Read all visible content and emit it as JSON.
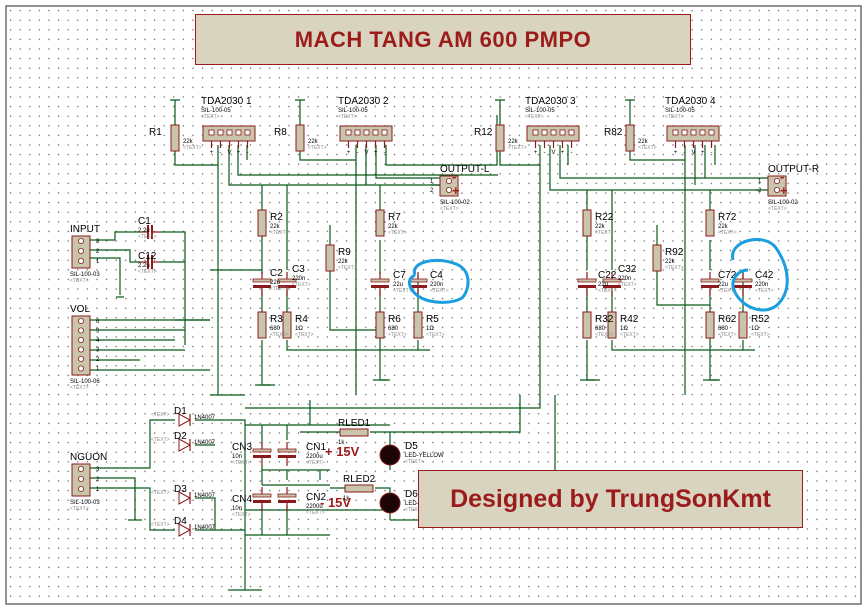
{
  "title": "MACH TANG AM 600 PMPO",
  "credit": "Designed by TrungSonKmt",
  "colors": {
    "wire": "#0b5a1a",
    "component": "#8c1a1a",
    "fill": "#c9c5ad",
    "title_bg": "#d8d4bf",
    "title_text": "#9c1c1c",
    "highlight": "#1a9ee0"
  },
  "placeholder": "<TEXT>",
  "ics": [
    {
      "ref": "TDA2030 1",
      "pkg": "SIL-100-05"
    },
    {
      "ref": "TDA2030 2",
      "pkg": "SIL-100-05"
    },
    {
      "ref": "TDA2030 3",
      "pkg": "SIL-100-05"
    },
    {
      "ref": "TDA2030 4",
      "pkg": "SIL-100-05"
    }
  ],
  "resistors": [
    {
      "ref": "R1",
      "value": "22k"
    },
    {
      "ref": "R8",
      "value": "22k"
    },
    {
      "ref": "R12",
      "value": "22k"
    },
    {
      "ref": "R82",
      "value": "22k"
    },
    {
      "ref": "R2",
      "value": "22k"
    },
    {
      "ref": "R7",
      "value": "22k"
    },
    {
      "ref": "R9",
      "value": "22k"
    },
    {
      "ref": "R3",
      "value": "680"
    },
    {
      "ref": "R4",
      "value": "1Ω"
    },
    {
      "ref": "R6",
      "value": "680"
    },
    {
      "ref": "R5",
      "value": "1Ω"
    },
    {
      "ref": "R22",
      "value": "22k"
    },
    {
      "ref": "R72",
      "value": "22k"
    },
    {
      "ref": "R92",
      "value": "22k"
    },
    {
      "ref": "R32",
      "value": "680"
    },
    {
      "ref": "R42",
      "value": "1Ω"
    },
    {
      "ref": "R62",
      "value": "680"
    },
    {
      "ref": "R52",
      "value": "1Ω"
    }
  ],
  "capacitors": [
    {
      "ref": "C1",
      "value": "2.2u"
    },
    {
      "ref": "C12",
      "value": "2.2u"
    },
    {
      "ref": "C2",
      "value": "22u"
    },
    {
      "ref": "C3",
      "value": "220n"
    },
    {
      "ref": "C7",
      "value": "22u"
    },
    {
      "ref": "C4",
      "value": "220n"
    },
    {
      "ref": "C22",
      "value": "22u"
    },
    {
      "ref": "C32",
      "value": "220n"
    },
    {
      "ref": "C72",
      "value": "22u"
    },
    {
      "ref": "C42",
      "value": "220n"
    },
    {
      "ref": "CN1",
      "value": "2200u"
    },
    {
      "ref": "CN2",
      "value": "2200u"
    },
    {
      "ref": "CN3",
      "value": "10n"
    },
    {
      "ref": "CN4",
      "value": "10n"
    }
  ],
  "connectors": [
    {
      "ref": "INPUT",
      "pkg": "SIL-100-03",
      "pins": [
        "3",
        "2",
        "1"
      ]
    },
    {
      "ref": "VOL",
      "pkg": "SIL-100-06",
      "pins": [
        "6",
        "5",
        "4",
        "3",
        "2",
        "1"
      ]
    },
    {
      "ref": "NGUON",
      "pkg": "SIL-100-03",
      "pins": [
        "3",
        "2",
        "1"
      ]
    },
    {
      "ref": "OUTPUT-L",
      "pkg": "SIL-100-02",
      "pins": [
        "1",
        "2"
      ]
    },
    {
      "ref": "OUTPUT-R",
      "pkg": "SIL-100-02",
      "pins": [
        "1",
        "2"
      ]
    }
  ],
  "diodes": [
    {
      "ref": "D1",
      "value": "1N4007"
    },
    {
      "ref": "D2",
      "value": "1N4007"
    },
    {
      "ref": "D3",
      "value": "1N4007"
    },
    {
      "ref": "D4",
      "value": "1N4007"
    }
  ],
  "leds": [
    {
      "ref": "D5",
      "value": "LED-YELLOW"
    },
    {
      "ref": "D6",
      "value": "LED-YELLOW"
    }
  ],
  "led_resistors": [
    {
      "ref": "RLED1",
      "value": "1k"
    },
    {
      "ref": "RLED2",
      "value": "1k"
    }
  ],
  "rails": {
    "positive": "+ 15V",
    "negative": "- 15V"
  },
  "ic_pin_labels": [
    "+",
    "-",
    "V",
    "+",
    "-"
  ]
}
